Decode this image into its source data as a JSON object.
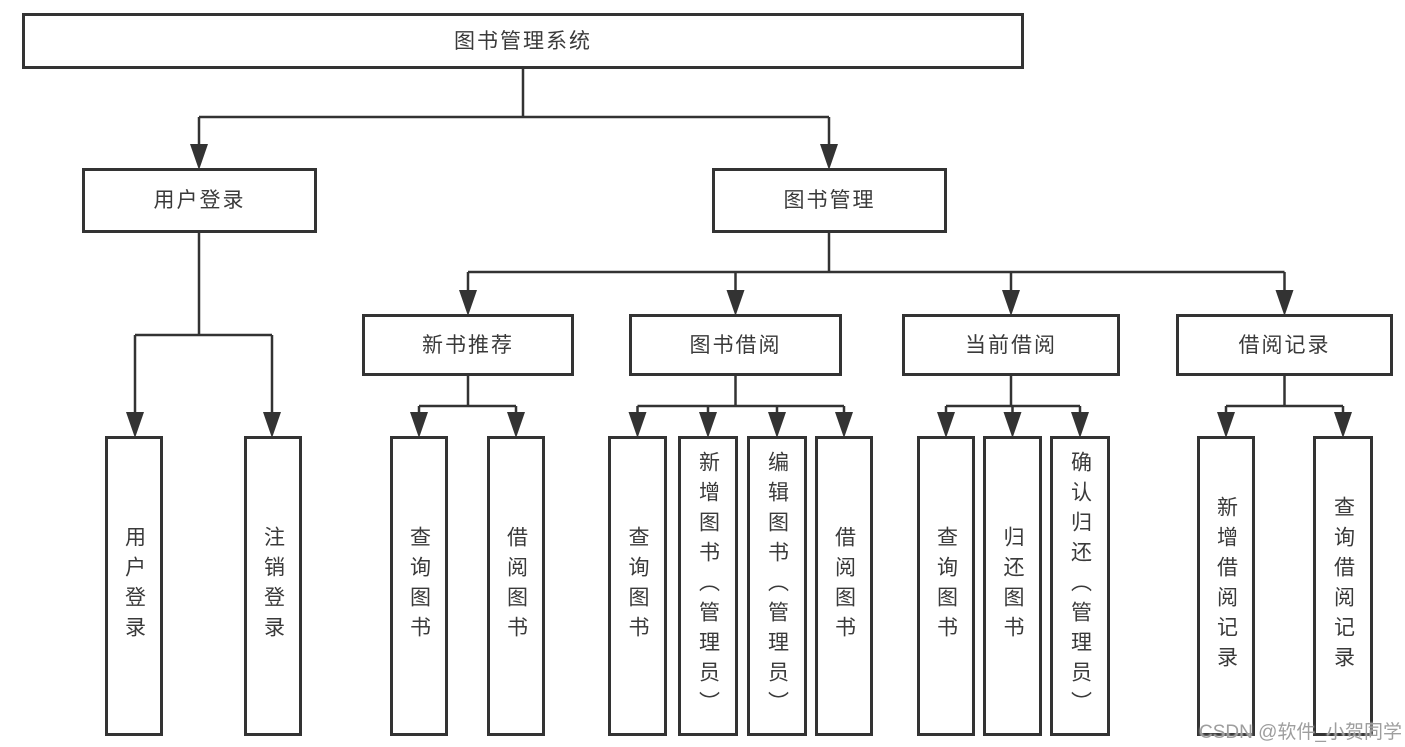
{
  "diagram": {
    "title": "图书管理系统",
    "level2": [
      {
        "label": "用户登录"
      },
      {
        "label": "图书管理"
      }
    ],
    "level3": [
      {
        "label": "新书推荐"
      },
      {
        "label": "图书借阅"
      },
      {
        "label": "当前借阅"
      },
      {
        "label": "借阅记录"
      }
    ],
    "leaves": {
      "user_login": [
        {
          "label": "用户登录"
        },
        {
          "label": "注销登录"
        }
      ],
      "new_book_recommend": [
        {
          "label": "查询图书"
        },
        {
          "label": "借阅图书"
        }
      ],
      "book_borrow": [
        {
          "label": "查询图书"
        },
        {
          "label": "新增图书（管理员）"
        },
        {
          "label": "编辑图书（管理员）"
        },
        {
          "label": "借阅图书"
        }
      ],
      "current_borrow": [
        {
          "label": "查询图书"
        },
        {
          "label": "归还图书"
        },
        {
          "label": "确认归还（管理员）"
        }
      ],
      "borrow_records": [
        {
          "label": "新增借阅记录"
        },
        {
          "label": "查询借阅记录"
        }
      ]
    },
    "watermark": "CSDN @软件_小贺同学",
    "colors": {
      "line": "#333333",
      "text": "#3a3a3a",
      "box_background": "#ffffff",
      "watermark": "#9e9e9e"
    }
  }
}
